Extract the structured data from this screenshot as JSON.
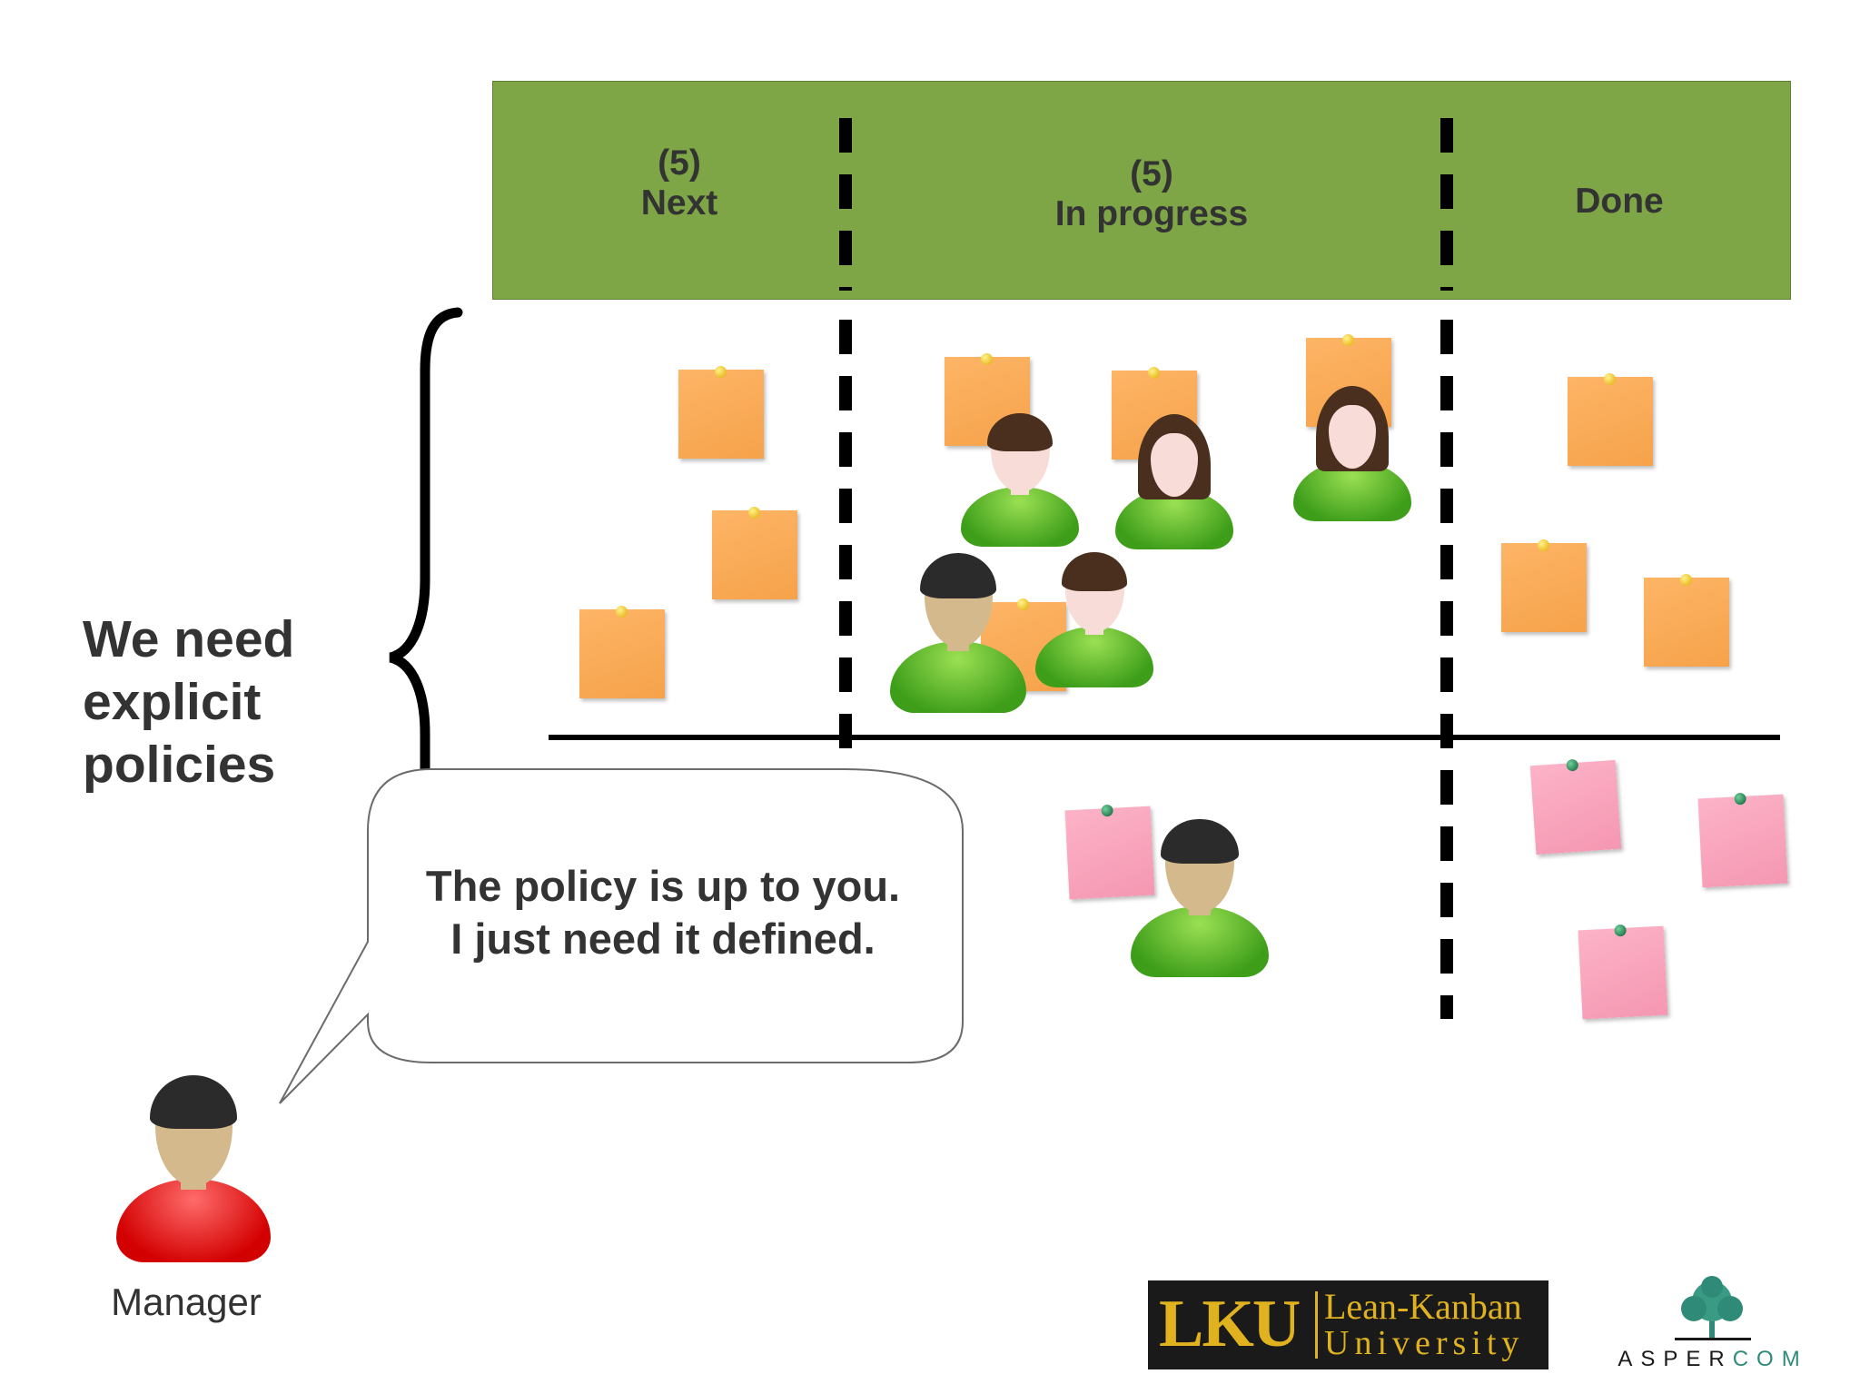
{
  "board": {
    "columns": [
      {
        "wip": "(5)",
        "name": "Next"
      },
      {
        "wip": "(5)",
        "name": "In progress"
      },
      {
        "name": "Done"
      }
    ],
    "header_color": "#7ea646"
  },
  "policy_statement": [
    "We need",
    "explicit",
    "policies"
  ],
  "speech_bubble": {
    "line1": "The policy is up to you.",
    "line2": "I just need it defined."
  },
  "manager_label": "Manager",
  "logos": {
    "lku": {
      "letters": "LKU",
      "line1": "Lean-Kanban",
      "line2": "University"
    },
    "aspercom": {
      "part1": "ASPER",
      "part2": "COM"
    }
  },
  "colors": {
    "sticky_orange": "#f6a24a",
    "sticky_pink": "#f597b2",
    "person_green": "#3e9e1a",
    "manager_red": "#d30000"
  }
}
